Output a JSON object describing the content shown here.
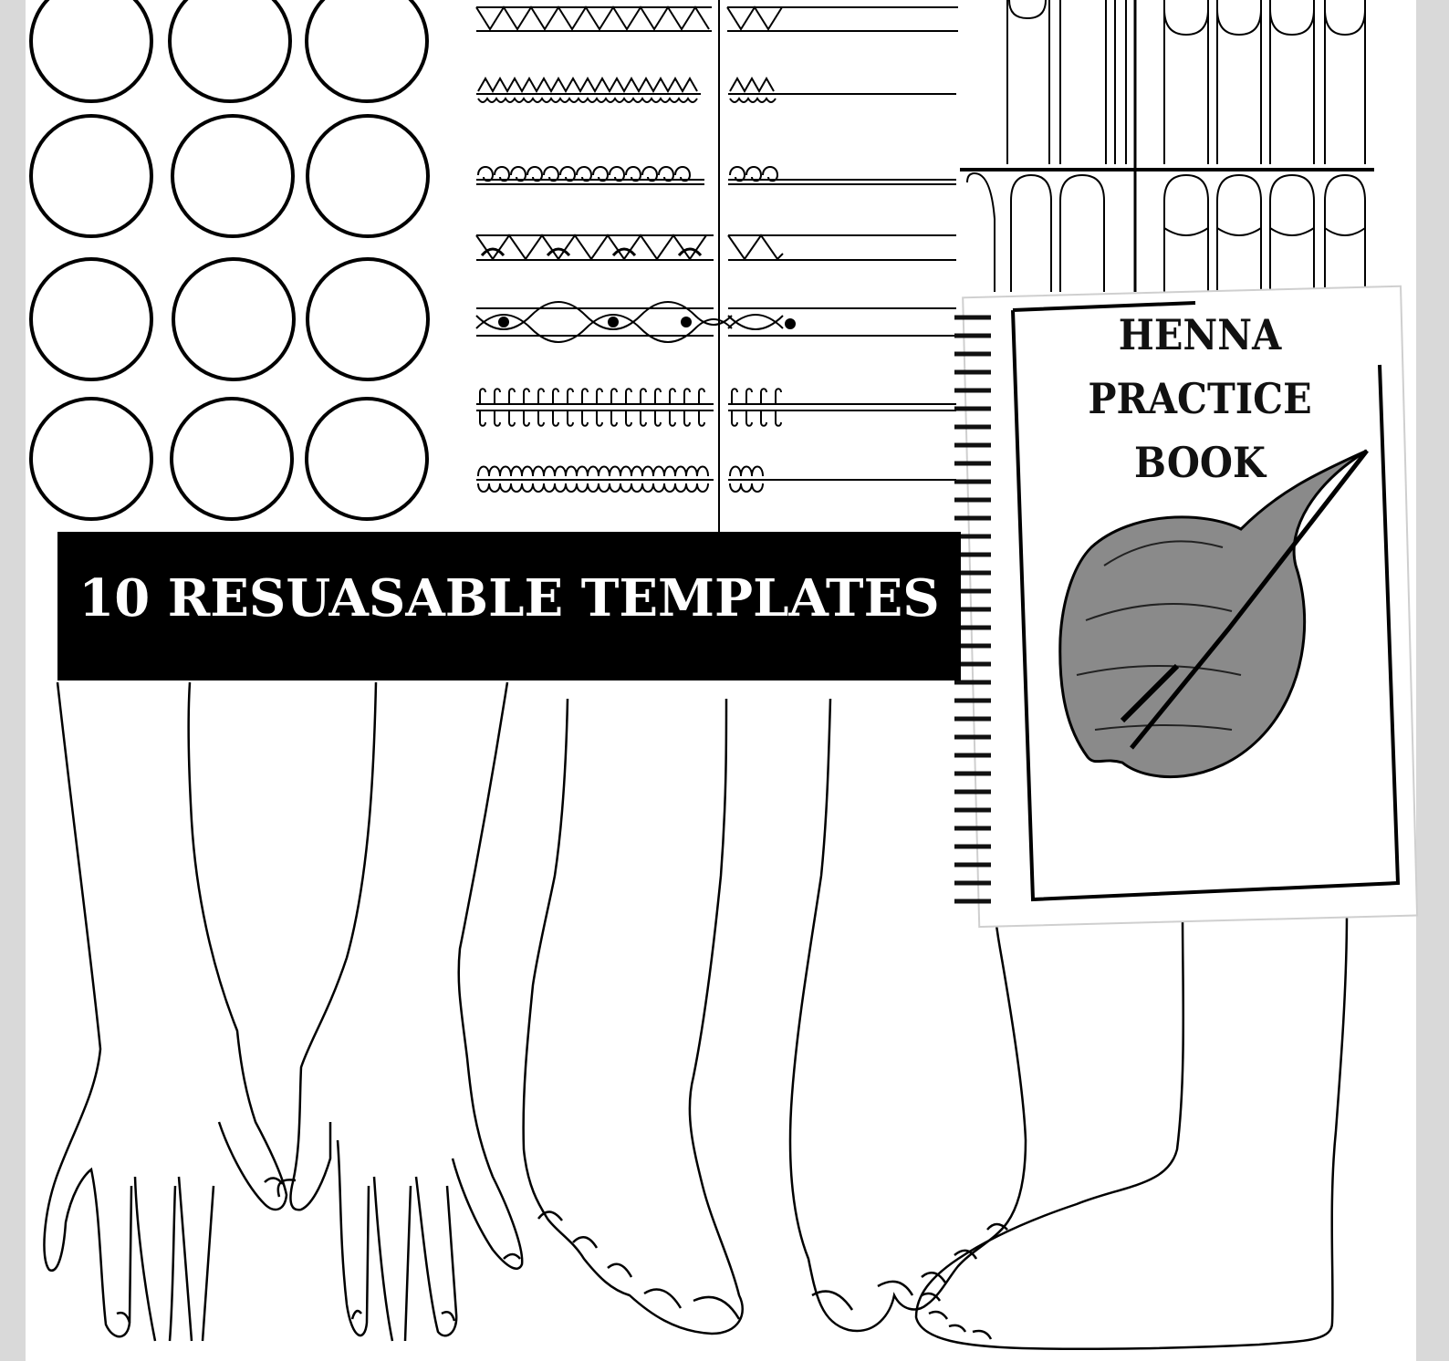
{
  "banner": {
    "text": "10 RESUASABLE TEMPLATES"
  },
  "book": {
    "title_lines": [
      "HENNA",
      "PRACTICE",
      "BOOK"
    ],
    "illustration": "henna-leaf-mandala-illustration"
  },
  "sections": {
    "circles": {
      "icon": "circle-template-grid"
    },
    "borders": {
      "icon": "border-pattern-strips"
    },
    "nails": {
      "icon": "fingernail-templates"
    },
    "hands": {
      "icon": "hand-outline-templates"
    },
    "feet": {
      "icon": "foot-outline-templates"
    }
  },
  "colors": {
    "background": "#ffffff",
    "frame": "#d9d9d9",
    "ink": "#000000",
    "banner": "#000000",
    "banner_text": "#ffffff"
  }
}
